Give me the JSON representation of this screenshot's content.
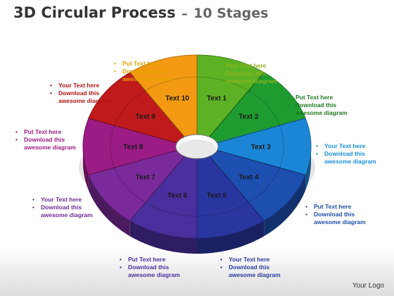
{
  "title": {
    "main": "3D Circular Process",
    "separator": "–",
    "sub": "10 Stages"
  },
  "stages": [
    {
      "label": "Text 1",
      "color": "#5cb224"
    },
    {
      "label": "Text 2",
      "color": "#1f9c2f"
    },
    {
      "label": "Text 3",
      "color": "#1b86d6"
    },
    {
      "label": "Text 4",
      "color": "#1d4fb0"
    },
    {
      "label": "Text 5",
      "color": "#2a36a0"
    },
    {
      "label": "Text 6",
      "color": "#4a2f9e"
    },
    {
      "label": "Text 7",
      "color": "#7a2a9a"
    },
    {
      "label": "Text 8",
      "color": "#9a1c84"
    },
    {
      "label": "Text 9",
      "color": "#c01a1c"
    },
    {
      "label": "Text 10",
      "color": "#f39a12"
    }
  ],
  "callouts": [
    {
      "line1": "Put Text here",
      "line2": "Download this",
      "line3": "awesome diagram",
      "color": "#e8a300"
    },
    {
      "line1": "Your Text here",
      "line2": "Download this",
      "line3": "awesome diagram",
      "color": "#8cb41c"
    },
    {
      "line1": "Put Text here",
      "line2": "Download this",
      "line3": "awesome diagram",
      "color": "#1f7a1f"
    },
    {
      "line1": "Your Text here",
      "line2": "Download this",
      "line3": "awesome diagram",
      "color": "#1a8fd8"
    },
    {
      "line1": "Put Text here",
      "line2": "Download this",
      "line3": "awesome diagram",
      "color": "#1d4fa8"
    },
    {
      "line1": "Your Text here",
      "line2": "Download this",
      "line3": "awesome diagram",
      "color": "#2a3aa0"
    },
    {
      "line1": "Put Text here",
      "line2": "Download this",
      "line3": "awesome diagram",
      "color": "#4a2f9e"
    },
    {
      "line1": "Your Text here",
      "line2": "Download this",
      "line3": "awesome diagram",
      "color": "#6f2a96"
    },
    {
      "line1": "Put Text here",
      "line2": "Download this",
      "line3": "awesome diagram",
      "color": "#9a1c84"
    },
    {
      "line1": "Your Text here",
      "line2": "Download this",
      "line3": "awesome diagram",
      "color": "#b01515"
    }
  ],
  "bullet": "•",
  "logo": "Your Logo"
}
